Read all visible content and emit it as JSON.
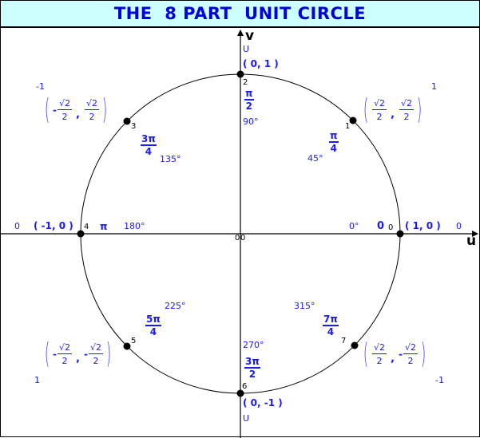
{
  "title": "THE  8 PART  UNIT CIRCLE",
  "colors": {
    "title_bg": "#ccffff",
    "title_text": "#0000dd",
    "label_blue": "#1a1aff",
    "axis": "#000000"
  },
  "axes": {
    "horizontal_name": "u",
    "vertical_name": "v",
    "origin_label": "0",
    "origin_label_2": "0",
    "top_U": "U",
    "bottom_U": "U"
  },
  "points": [
    {
      "index": "0",
      "coord": "( 1, 0 )",
      "radians": "0",
      "degrees": "0°",
      "corner_value": "0"
    },
    {
      "index": "1",
      "x_sign": "",
      "x_num": "√2",
      "x_den": "2",
      "y_sign": "",
      "y_num": "√2",
      "y_den": "2",
      "rad_num": "π",
      "rad_den": "4",
      "degrees": "45°",
      "corner_value": "1"
    },
    {
      "index": "2",
      "coord": "( 0, 1 )",
      "rad_num": "π",
      "rad_den": "2",
      "degrees": "90°"
    },
    {
      "index": "3",
      "x_sign": "-",
      "x_num": "√2",
      "x_den": "2",
      "y_sign": "",
      "y_num": "√2",
      "y_den": "2",
      "rad_num": "3π",
      "rad_den": "4",
      "degrees": "135°",
      "corner_value": "-1"
    },
    {
      "index": "4",
      "coord": "( -1, 0 )",
      "radians": "π",
      "degrees": "180°",
      "corner_value": "0"
    },
    {
      "index": "5",
      "x_sign": "-",
      "x_num": "√2",
      "x_den": "2",
      "y_sign": "-",
      "y_num": "√2",
      "y_den": "2",
      "rad_num": "5π",
      "rad_den": "4",
      "degrees": "225°",
      "corner_value": "1"
    },
    {
      "index": "6",
      "coord": "( 0, -1 )",
      "rad_num": "3π",
      "rad_den": "2",
      "degrees": "270°"
    },
    {
      "index": "7",
      "x_sign": "",
      "x_num": "√2",
      "x_den": "2",
      "y_sign": "-",
      "y_num": "√2",
      "y_den": "2",
      "rad_num": "7π",
      "rad_den": "4",
      "degrees": "315°",
      "corner_value": "-1"
    }
  ]
}
